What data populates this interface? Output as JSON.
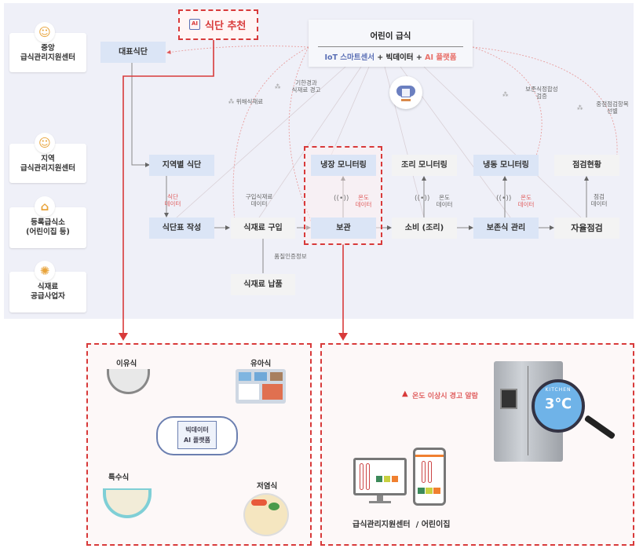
{
  "roles": [
    {
      "label": "중앙\n급식관리지원센터",
      "icon": "smile-icon"
    },
    {
      "label": "지역\n급식관리지원센터",
      "icon": "smile-icon"
    },
    {
      "label": "등록급식소\n(어린이집 등)",
      "icon": "house-icon"
    },
    {
      "label": "식재료\n공급사업자",
      "icon": "crab-icon"
    }
  ],
  "ai_recommend": {
    "label": "식단 추천",
    "icon": "ai-chip-icon"
  },
  "hub": {
    "title": "어린이 급식",
    "sub_iot": "IoT 스마트센서",
    "plus1": " + ",
    "sub_bigdata": "빅데이터",
    "plus2": " + ",
    "sub_ai": "AI 플랫폼",
    "icon": "cloud-server-icon"
  },
  "colors": {
    "accent_red": "#d83a3a",
    "node_blue": "#dbe5f6",
    "node_gray": "#f3f3f3",
    "iot_blue": "#5a6fb5",
    "ai_red": "#e8706a"
  },
  "analysis_labels": {
    "hazard": "위해식재료",
    "expiry": "기한경과\n식재료 경고",
    "preserve": "보존식정합성\n검증",
    "priority": "중점점검항목\n선별"
  },
  "nodes": {
    "daepyo": "대표식단",
    "regional": "지역별 식단",
    "menu_write": "식단표 작성",
    "purchase": "식재료 구입",
    "delivery": "식재료 납품",
    "storage": "보관",
    "consume": "소비 (조리)",
    "preserved": "보존식 관리",
    "self_check": "자율점검",
    "fridge_mon": "냉장 모니터링",
    "cook_mon": "조리 모니터링",
    "freeze_mon": "냉동 모니터링",
    "check_status": "점검현황"
  },
  "edge_labels": {
    "menu_data": "식단\n데이터",
    "purchase_data": "구입식재료\n데이터",
    "quality": "품질인증정보",
    "temp1": "온도\n데이터",
    "temp2": "온도\n데이터",
    "temp3": "온도\n데이터",
    "check_data": "점검\n데이터"
  },
  "meal_panel": {
    "center_line1": "빅데이터",
    "center_line2": "AI 플랫폼",
    "items": [
      "이유식",
      "유아식",
      "특수식",
      "저염식"
    ]
  },
  "alert_panel": {
    "alert": "온도 이상시 경고 알람",
    "fridge_brand": "KITCHEN",
    "temperature": "3℃",
    "caption": "급식관리지원센터  / 어린이집"
  }
}
